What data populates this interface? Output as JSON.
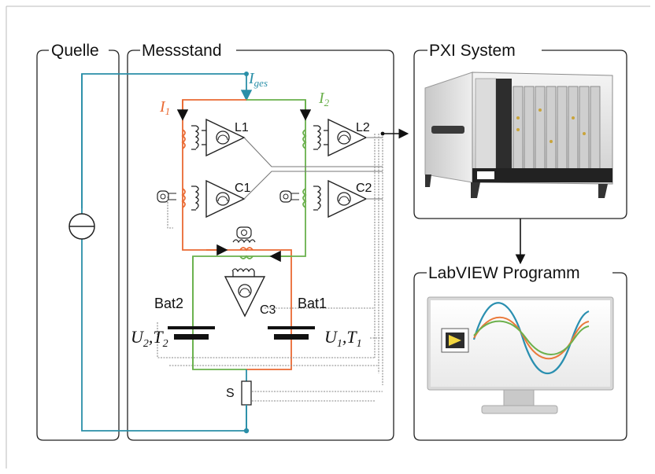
{
  "sections": {
    "quelle": "Quelle",
    "messstand": "Messstand",
    "pxi_system": "PXI System",
    "labview": "LabVIEW Programm"
  },
  "currents": {
    "total": {
      "main": "I",
      "sub": "ges"
    },
    "i1": {
      "main": "I",
      "sub": "1"
    },
    "i2": {
      "main": "I",
      "sub": "2"
    }
  },
  "components": {
    "l1": "L1",
    "l2": "L2",
    "c1": "C1",
    "c2": "C2",
    "c3": "C3",
    "bat1": "Bat1",
    "bat2": "Bat2",
    "shunt": "S"
  },
  "measurements": {
    "bat2": {
      "u": "U",
      "u_sub": "2",
      "sep": ",",
      "t": "T",
      "t_sub": "2"
    },
    "bat1": {
      "u": "U",
      "u_sub": "1",
      "sep": ",",
      "t": "T",
      "t_sub": "1"
    }
  },
  "colors": {
    "blue": "#2a8fa8",
    "orange": "#ea6a33",
    "green": "#6ab04c",
    "frame": "#222222",
    "wave_blue": "#2a8fb0",
    "wave_orange": "#ea7a3c",
    "wave_green": "#6cb04c"
  }
}
